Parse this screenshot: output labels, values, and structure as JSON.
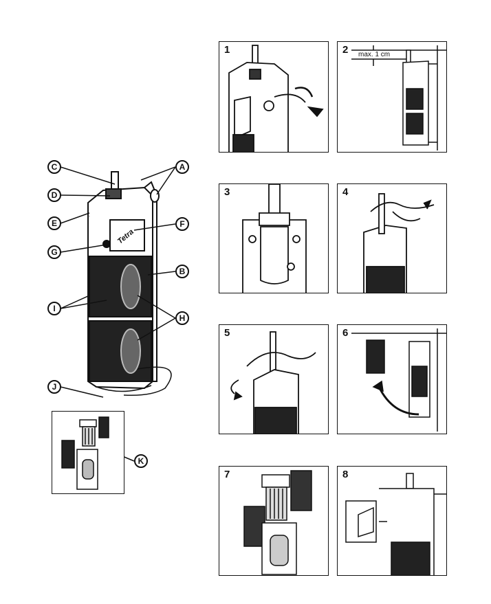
{
  "callouts": [
    "A",
    "B",
    "C",
    "D",
    "E",
    "F",
    "G",
    "H",
    "I",
    "J",
    "K"
  ],
  "steps": [
    "1",
    "2",
    "3",
    "4",
    "5",
    "6",
    "7",
    "8"
  ],
  "step2_measure": "max. 1 cm",
  "brand_text": "Tetra"
}
